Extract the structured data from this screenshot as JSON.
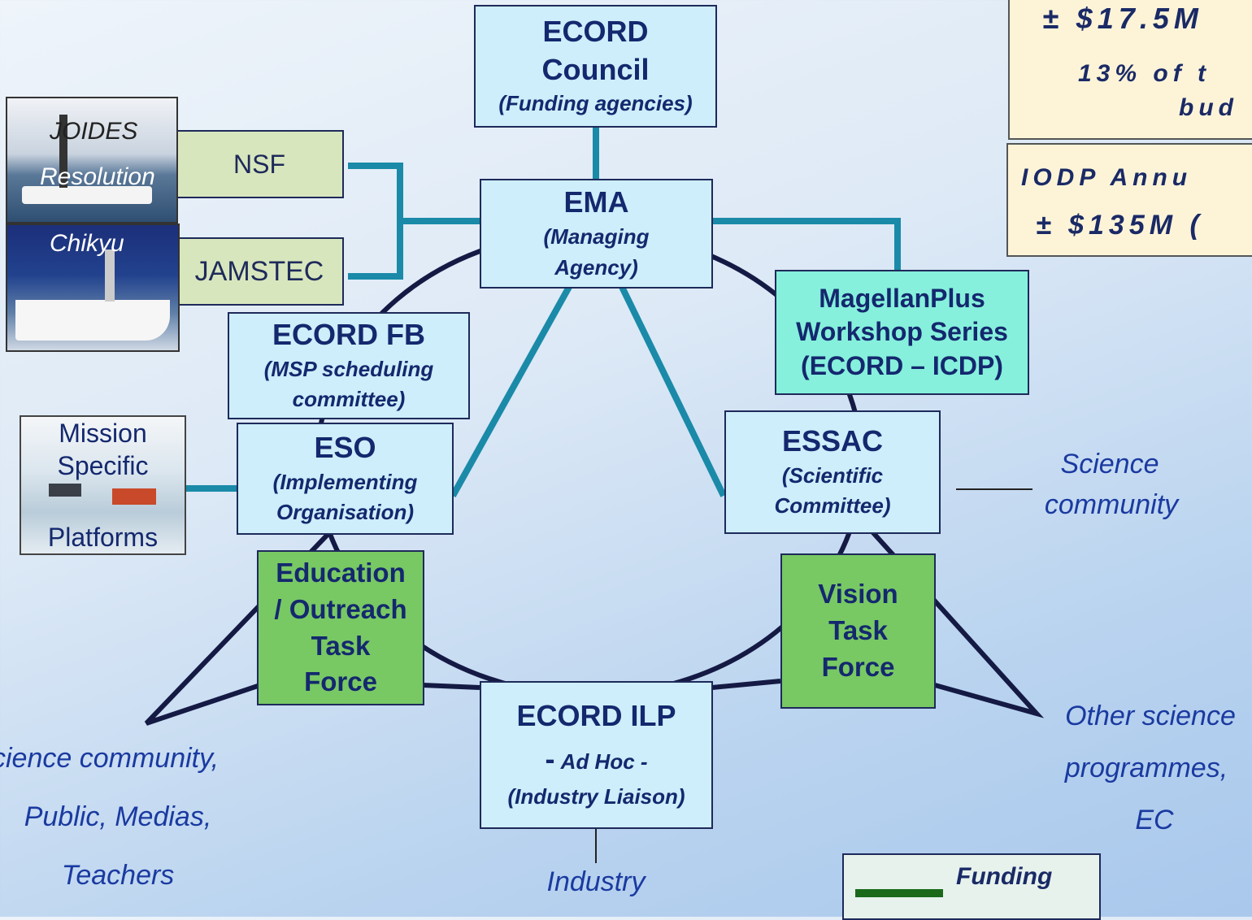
{
  "council": {
    "title1": "ECORD",
    "title2": "Council",
    "sub": "(Funding agencies)"
  },
  "ema": {
    "title": "EMA",
    "sub1": "(Managing",
    "sub2": "Agency)"
  },
  "nsf": "NSF",
  "jamstec": "JAMSTEC",
  "joides": {
    "line1": "JOIDES",
    "line2": "Resolution"
  },
  "chikyu": "Chikyu",
  "mission": {
    "line1": "Mission",
    "line2": "Specific",
    "line3": "Platforms"
  },
  "fb": {
    "title": "ECORD FB",
    "sub1": "(MSP scheduling",
    "sub2": "committee)"
  },
  "eso": {
    "title": "ESO",
    "sub1": "(Implementing",
    "sub2": "Organisation)"
  },
  "magellan": {
    "l1": "MagellanPlus",
    "l2": "Workshop Series",
    "l3": "(ECORD – ICDP)"
  },
  "essac": {
    "title": "ESSAC",
    "sub1": "(Scientific",
    "sub2": "Committee)"
  },
  "education": {
    "l1": "Education",
    "l2": "/ Outreach",
    "l3": "Task",
    "l4": "Force"
  },
  "vision": {
    "l1": "Vision",
    "l2": "Task",
    "l3": "Force"
  },
  "ilp": {
    "title": "ECORD ILP",
    "dash": "-",
    "adhoc": "Ad Hoc -",
    "sub": "(Industry Liaison)"
  },
  "science_community": {
    "l1": "Science",
    "l2": "community"
  },
  "left_text": {
    "l1": "cience community,",
    "l2": "Public, Medias,",
    "l3": "Teachers"
  },
  "right_text": {
    "l1": "Other science",
    "l2": "programmes,",
    "l3": "EC"
  },
  "industry": "Industry",
  "legend": {
    "funding": "Funding"
  },
  "budget": {
    "l1": "± $17.5M",
    "l2": "13% of t",
    "l3": "bud",
    "l4": "IODP Annu",
    "l5": "± $135M ("
  },
  "colors": {
    "connector": "#1a8aa8",
    "ring": "#141a44",
    "funding": "#1a6a1a"
  }
}
